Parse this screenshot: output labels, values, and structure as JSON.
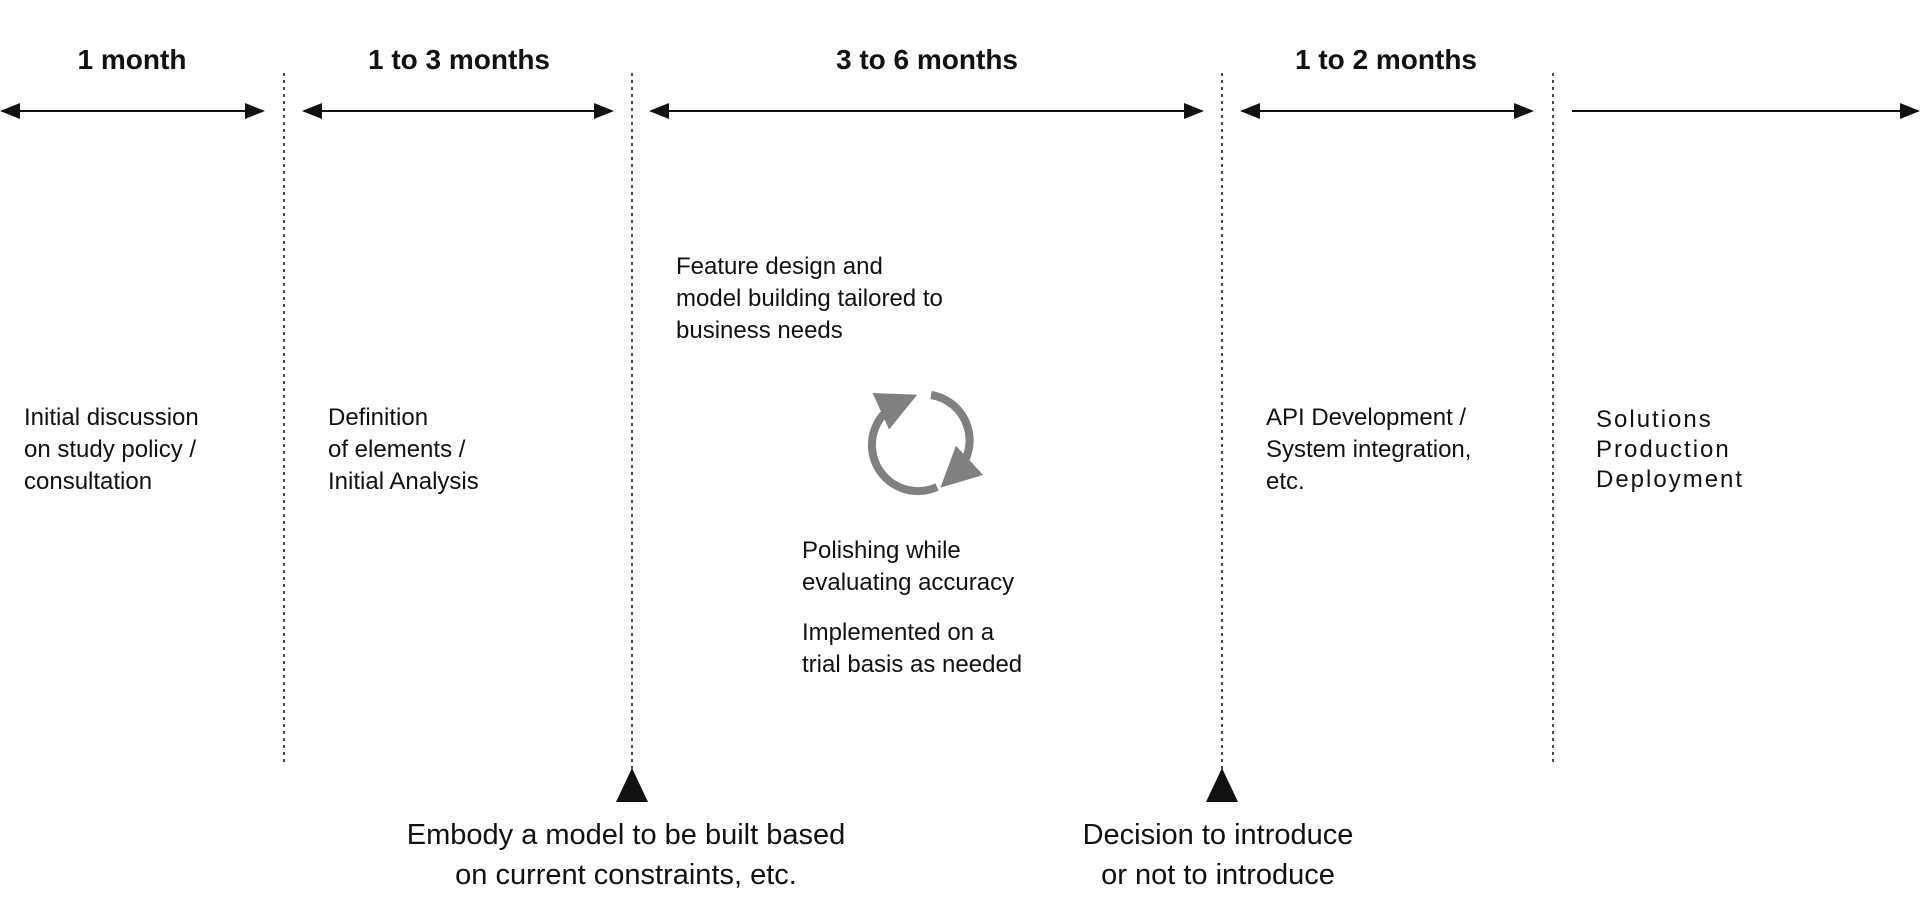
{
  "phases": [
    {
      "duration": "1 month",
      "description": "Initial discussion\non study policy /\nconsultation"
    },
    {
      "duration": "1 to 3 months",
      "description": "Definition\nof elements /\nInitial Analysis"
    },
    {
      "duration": "3 to 6 months",
      "description": "Feature design and\nmodel building tailored to\nbusiness needs",
      "cycle_notes": [
        "Polishing while\nevaluating accuracy",
        "Implemented on a\ntrial basis as needed"
      ]
    },
    {
      "duration": "1 to 2 months",
      "description": "API Development /\nSystem integration,\netc."
    },
    {
      "description": "Solutions\nProduction\nDeployment"
    }
  ],
  "milestones": [
    {
      "label": "Embody a model to be built based\non current constraints, etc."
    },
    {
      "label": "Decision to introduce\nor not to introduce"
    }
  ],
  "icons": {
    "cycle": "cycle-arrows-icon",
    "milestone": "triangle-marker-icon"
  },
  "colors": {
    "line": "#111111",
    "cycle": "#808080"
  }
}
